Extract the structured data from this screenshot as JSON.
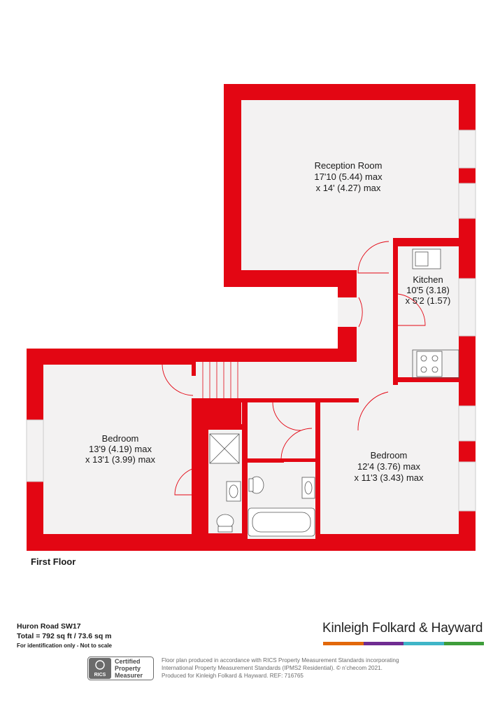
{
  "rooms": {
    "reception": {
      "name": "Reception Room",
      "dim1": "17'10 (5.44) max",
      "dim2": "x 14' (4.27) max"
    },
    "kitchen": {
      "name": "Kitchen",
      "dim1": "10'5 (3.18)",
      "dim2": "x 5'2 (1.57)"
    },
    "bedroom_left": {
      "name": "Bedroom",
      "dim1": "13'9 (4.19) max",
      "dim2": "x 13'1 (3.99) max"
    },
    "bedroom_right": {
      "name": "Bedroom",
      "dim1": "12'4 (3.76) max",
      "dim2": "x 11'3 (3.43) max"
    }
  },
  "floor_label": "First Floor",
  "property": {
    "address": "Huron Road  SW17",
    "total": "Total = 792 sq ft / 73.6 sq m",
    "disclaimer": "For identification only - Not to scale"
  },
  "brand": {
    "name": "Kinleigh Folkard & Hayward",
    "bar_colors": [
      "#e2680a",
      "#6f2c91",
      "#3fb5c8",
      "#3e9d3a"
    ]
  },
  "rics": {
    "logo_text": "RICS",
    "label_lines": [
      "Certified",
      "Property",
      "Measurer"
    ]
  },
  "notes": [
    "Floor plan produced in accordance with RICS Property Measurement Standards incorporating",
    "International Property Measurement Standards (IPMS2 Residential).  © n’checom 2021.",
    "Produced for Kinleigh Folkard & Hayward.   REF: 716765"
  ],
  "colors": {
    "wall": "#e30613",
    "floor": "#f3f2f2"
  }
}
